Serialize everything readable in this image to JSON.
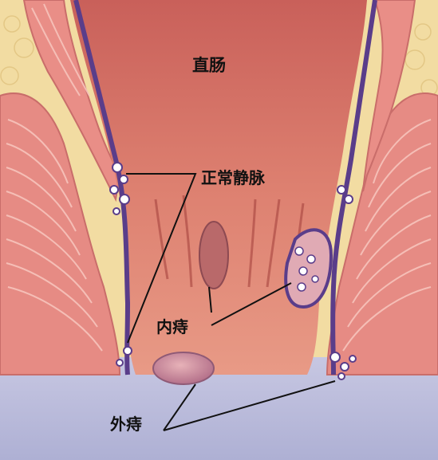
{
  "labels": {
    "rectum": "直肠",
    "normal_veins": "正常静脉",
    "internal_hemorrhoid": "内痔",
    "external_hemorrhoid": "外痔"
  },
  "colors": {
    "lumen": "#d9786a",
    "muscle": "#e98d86",
    "fat": "#f2dba0",
    "vein": "#5a3d8a",
    "skin_bg": "#b9bad8",
    "leader_line": "#111111"
  }
}
